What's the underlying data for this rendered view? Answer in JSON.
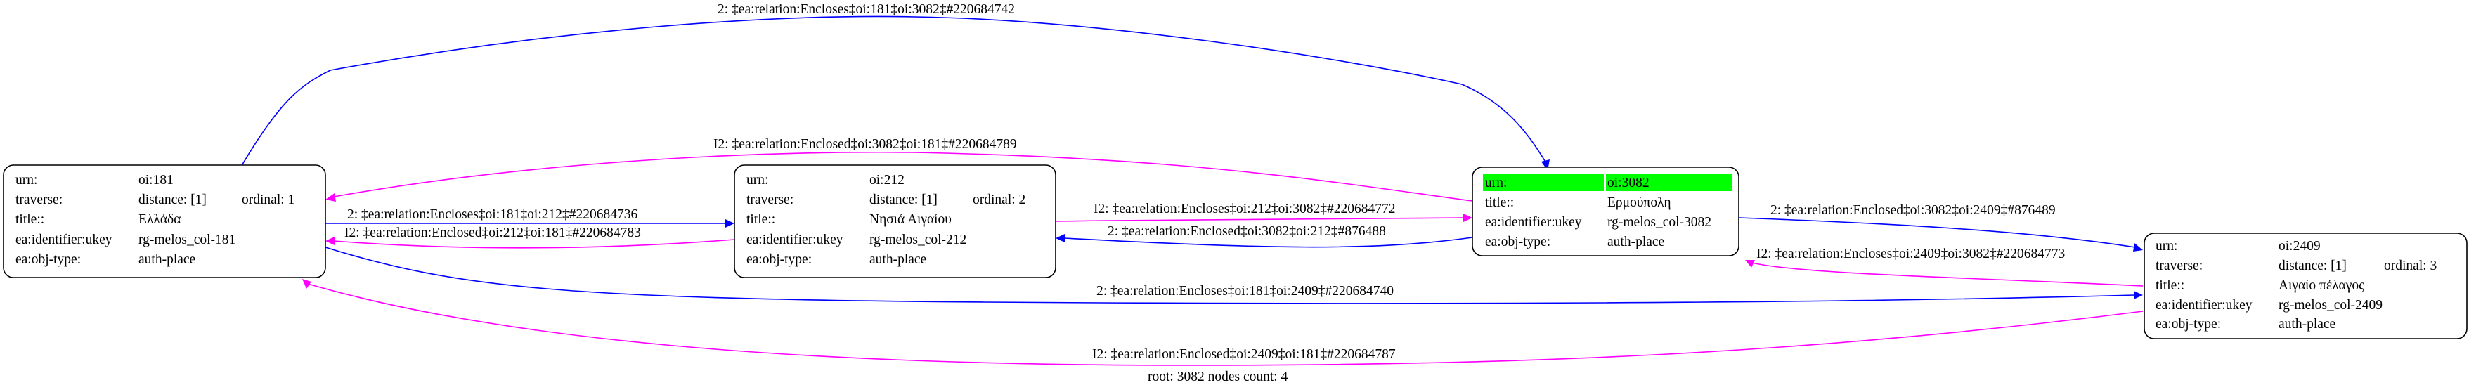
{
  "colors": {
    "encloses": "#0000ff",
    "enclosed": "#ff00ff",
    "root_highlight": "#00ff00"
  },
  "nodes": [
    {
      "id": "181",
      "rows": [
        {
          "k": "urn:",
          "v": "oi:181"
        },
        {
          "k": "traverse:",
          "v": "distance: [1]",
          "v2": "ordinal: 1"
        },
        {
          "k": "title::",
          "v": "Ελλάδα"
        },
        {
          "k": "ea:identifier:ukey",
          "v": "rg-melos_col-181"
        },
        {
          "k": "ea:obj-type:",
          "v": "auth-place"
        }
      ]
    },
    {
      "id": "212",
      "rows": [
        {
          "k": "urn:",
          "v": "oi:212"
        },
        {
          "k": "traverse:",
          "v": "distance: [1]",
          "v2": "ordinal: 2"
        },
        {
          "k": "title::",
          "v": "Νησιά Αιγαίου"
        },
        {
          "k": "ea:identifier:ukey",
          "v": "rg-melos_col-212"
        },
        {
          "k": "ea:obj-type:",
          "v": "auth-place"
        }
      ]
    },
    {
      "id": "3082",
      "rows": [
        {
          "k": "urn:",
          "v": "oi:3082"
        },
        {
          "k": "title::",
          "v": "Ερμούπολη"
        },
        {
          "k": "ea:identifier:ukey",
          "v": "rg-melos_col-3082"
        },
        {
          "k": "ea:obj-type:",
          "v": "auth-place"
        }
      ]
    },
    {
      "id": "2409",
      "rows": [
        {
          "k": "urn:",
          "v": "oi:2409"
        },
        {
          "k": "traverse:",
          "v": "distance: [1]",
          "v2": "ordinal: 3"
        },
        {
          "k": "title::",
          "v": "Αιγαίο πέλαγος"
        },
        {
          "k": "ea:identifier:ukey",
          "v": "rg-melos_col-2409"
        },
        {
          "k": "ea:obj-type:",
          "v": "auth-place"
        }
      ]
    }
  ],
  "edges": [
    {
      "from": "181",
      "to": "3082",
      "type": "encloses",
      "label": "2: ‡ea:relation:Encloses‡oi:181‡oi:3082‡#220684742"
    },
    {
      "from": "3082",
      "to": "181",
      "type": "enclosed",
      "label": "I2: ‡ea:relation:Enclosed‡oi:3082‡oi:181‡#220684789"
    },
    {
      "from": "181",
      "to": "212",
      "type": "encloses",
      "label": "2: ‡ea:relation:Encloses‡oi:181‡oi:212‡#220684736"
    },
    {
      "from": "212",
      "to": "181",
      "type": "enclosed",
      "label": "I2: ‡ea:relation:Enclosed‡oi:212‡oi:181‡#220684783"
    },
    {
      "from": "212",
      "to": "3082",
      "type": "enclosed",
      "label": "I2: ‡ea:relation:Encloses‡oi:212‡oi:3082‡#220684772"
    },
    {
      "from": "3082",
      "to": "212",
      "type": "encloses",
      "label": "2: ‡ea:relation:Enclosed‡oi:3082‡oi:212‡#876488"
    },
    {
      "from": "3082",
      "to": "2409",
      "type": "encloses",
      "label": "2: ‡ea:relation:Enclosed‡oi:3082‡oi:2409‡#876489"
    },
    {
      "from": "2409",
      "to": "3082",
      "type": "enclosed",
      "label": "I2: ‡ea:relation:Encloses‡oi:2409‡oi:3082‡#220684773"
    },
    {
      "from": "181",
      "to": "2409",
      "type": "encloses",
      "label": "2: ‡ea:relation:Encloses‡oi:181‡oi:2409‡#220684740"
    },
    {
      "from": "2409",
      "to": "181",
      "type": "enclosed",
      "label": "I2: ‡ea:relation:Enclosed‡oi:2409‡oi:181‡#220684787"
    }
  ],
  "footer": "root: 3082 nodes count: 4"
}
